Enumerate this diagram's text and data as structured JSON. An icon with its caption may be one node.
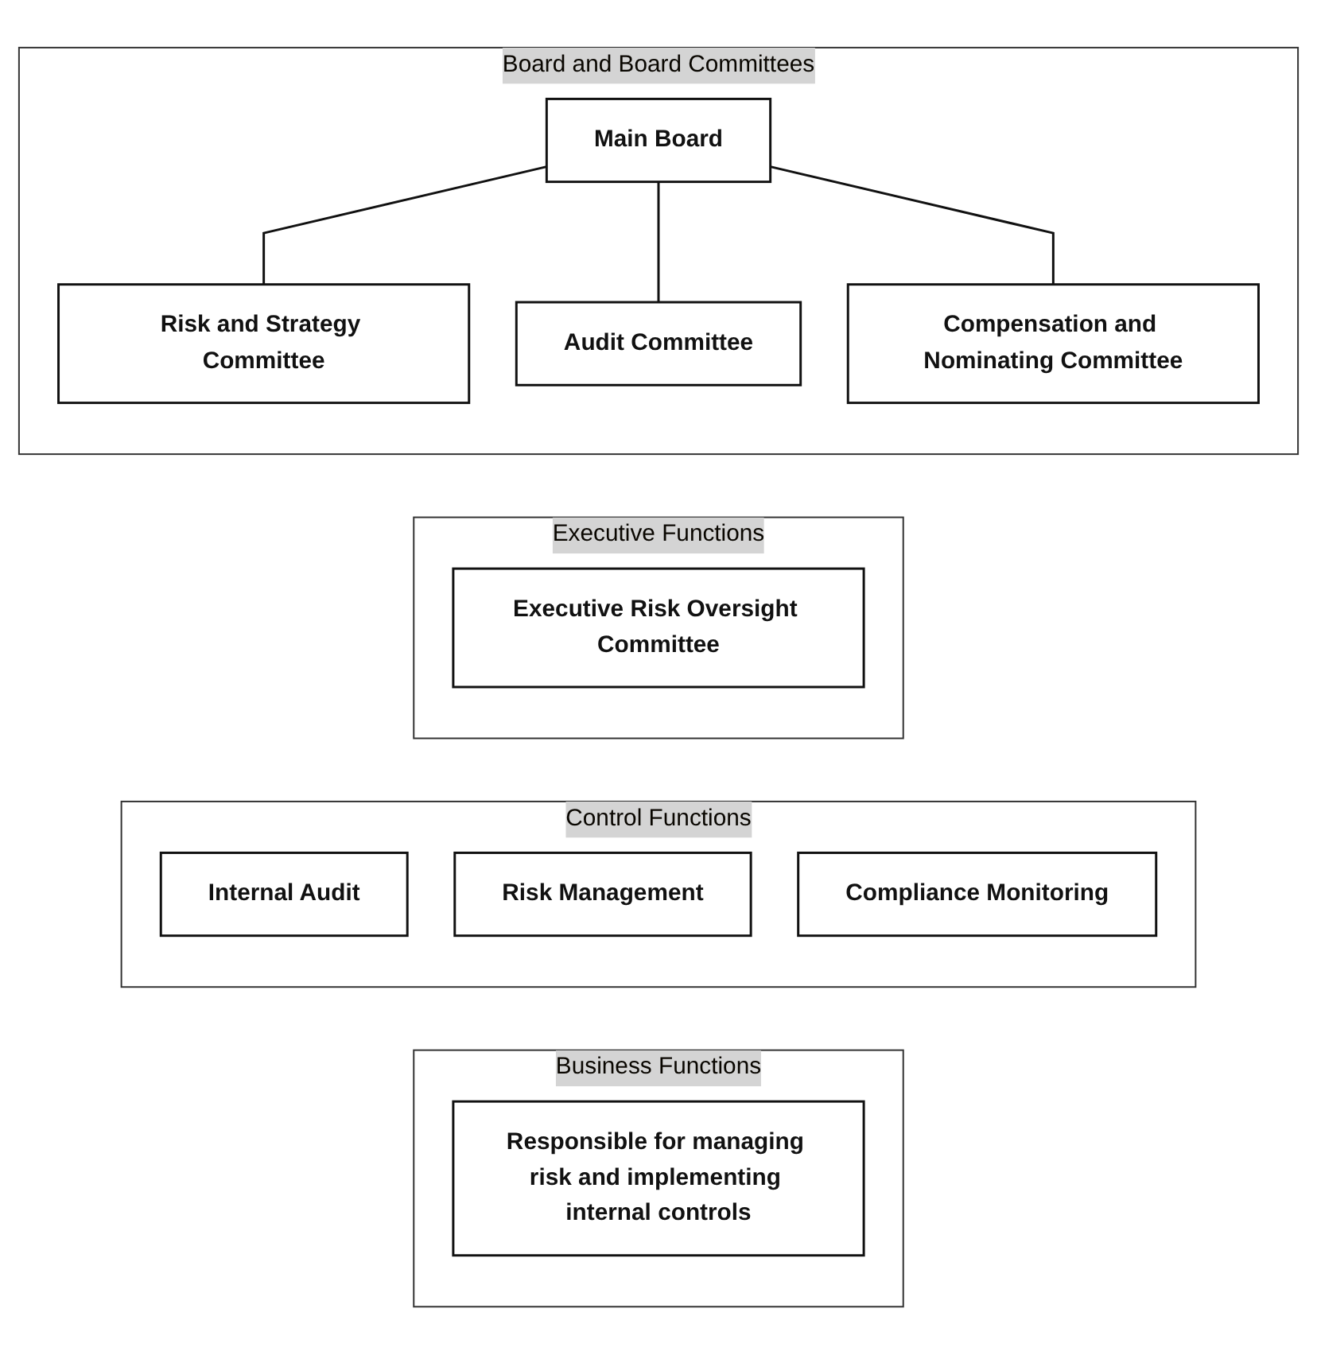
{
  "diagram": {
    "nodes": [
      {
        "text": [
          "Board and Board Committees"
        ]
      },
      {
        "text": [
          "Main Board"
        ],
        "in": 0
      },
      {
        "text": [
          "Risk and Strategy Committee"
        ],
        "in": 0
      },
      {
        "text": [
          "Audit Committee"
        ],
        "in": 0
      },
      {
        "text": [
          "Compensation and Nominating Committee"
        ],
        "in": 0
      },
      {
        "text": [
          "Executive Functions"
        ]
      },
      {
        "text": [
          "Executive Risk Oversight Committee"
        ],
        "in": 5
      },
      {
        "text": [
          "Control Functions"
        ]
      },
      {
        "text": [
          "Internal Audit"
        ],
        "in": 7
      },
      {
        "text": [
          "Risk Management"
        ],
        "in": 7
      },
      {
        "text": [
          "Compliance Monitoring"
        ],
        "in": 7
      },
      {
        "text": [
          "Business Functions"
        ]
      },
      {
        "text": [
          "Responsible for managing risk and implementing internal controls"
        ],
        "in": 11
      }
    ],
    "edges": [
      {
        "from": 1,
        "to": 2,
        "arrow": "none"
      },
      {
        "from": 1,
        "to": 3,
        "arrow": "none"
      },
      {
        "from": 1,
        "to": 4,
        "arrow": "none"
      }
    ]
  }
}
